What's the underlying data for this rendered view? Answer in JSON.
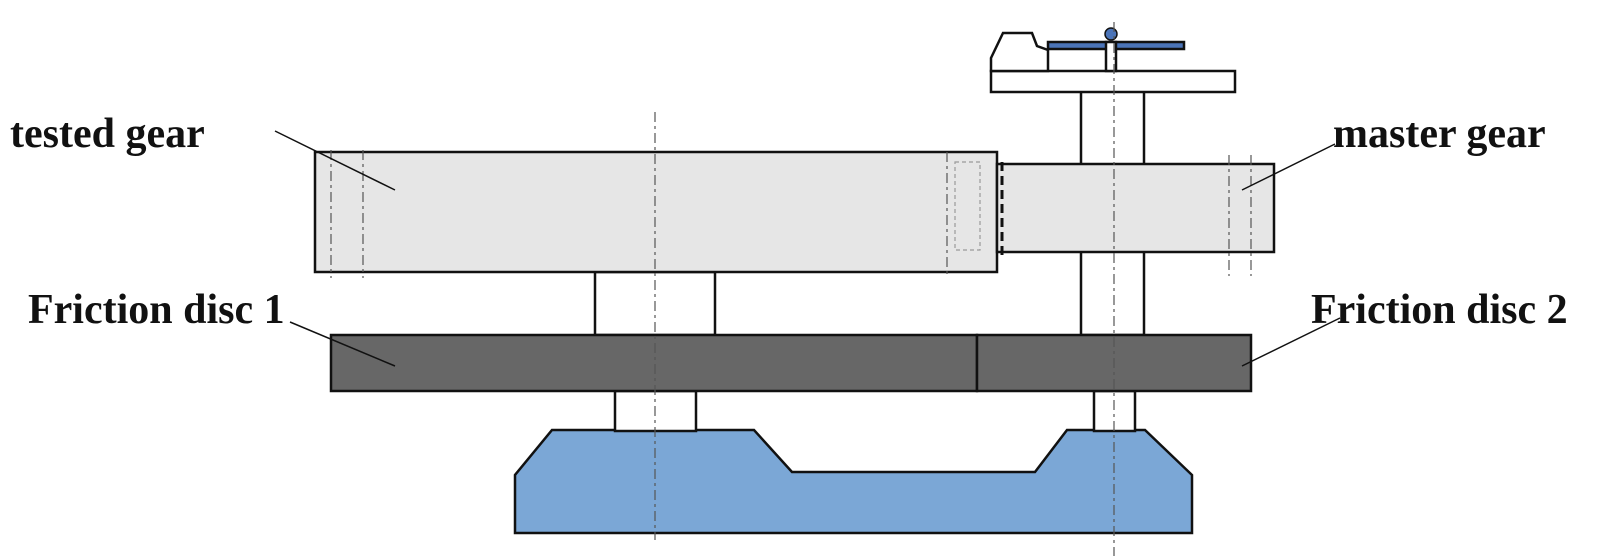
{
  "labels": {
    "tested_gear": "tested gear",
    "master_gear": "master gear",
    "friction_disc_1": "Friction disc 1",
    "friction_disc_2": "Friction disc 2"
  },
  "colors": {
    "gear_fill": "#e6e6e6",
    "disc_fill": "#676767",
    "base_fill": "#7ba7d6",
    "lever_fill": "#4b74b8"
  }
}
